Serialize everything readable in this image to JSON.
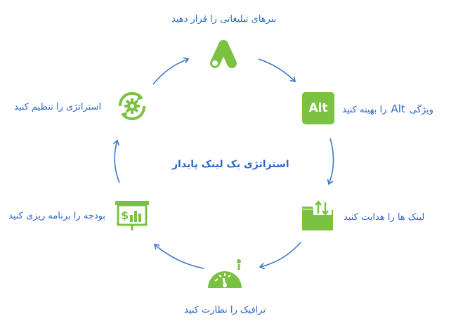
{
  "center_title": "استراتژی بک لینک پایدار",
  "steps": {
    "ads": {
      "label": "بنرهای تبلیغاتی را قرار دهید",
      "icon": "google-ads-icon"
    },
    "alt": {
      "label_before": "ویژگی",
      "alt_word": "Alt",
      "label_after": "را بهینه کنید",
      "icon_text": "Alt",
      "icon": "alt-text-icon"
    },
    "links": {
      "label": "لینک ها را هدایت کنید",
      "icon": "folder-arrows-icon"
    },
    "traffic": {
      "label": "ترافیک را نظارت کنید",
      "icon": "speedometer-icon"
    },
    "budget": {
      "label": "بودجه را برنامه ریزی کنید",
      "icon": "budget-board-icon"
    },
    "strategy": {
      "label": "استراتژی را تنظیم کنید",
      "icon": "gear-cycle-icon"
    }
  },
  "colors": {
    "icon_green": "#7cc242",
    "text_blue": "#2d68c4",
    "arrow_blue": "#3a78d0"
  }
}
